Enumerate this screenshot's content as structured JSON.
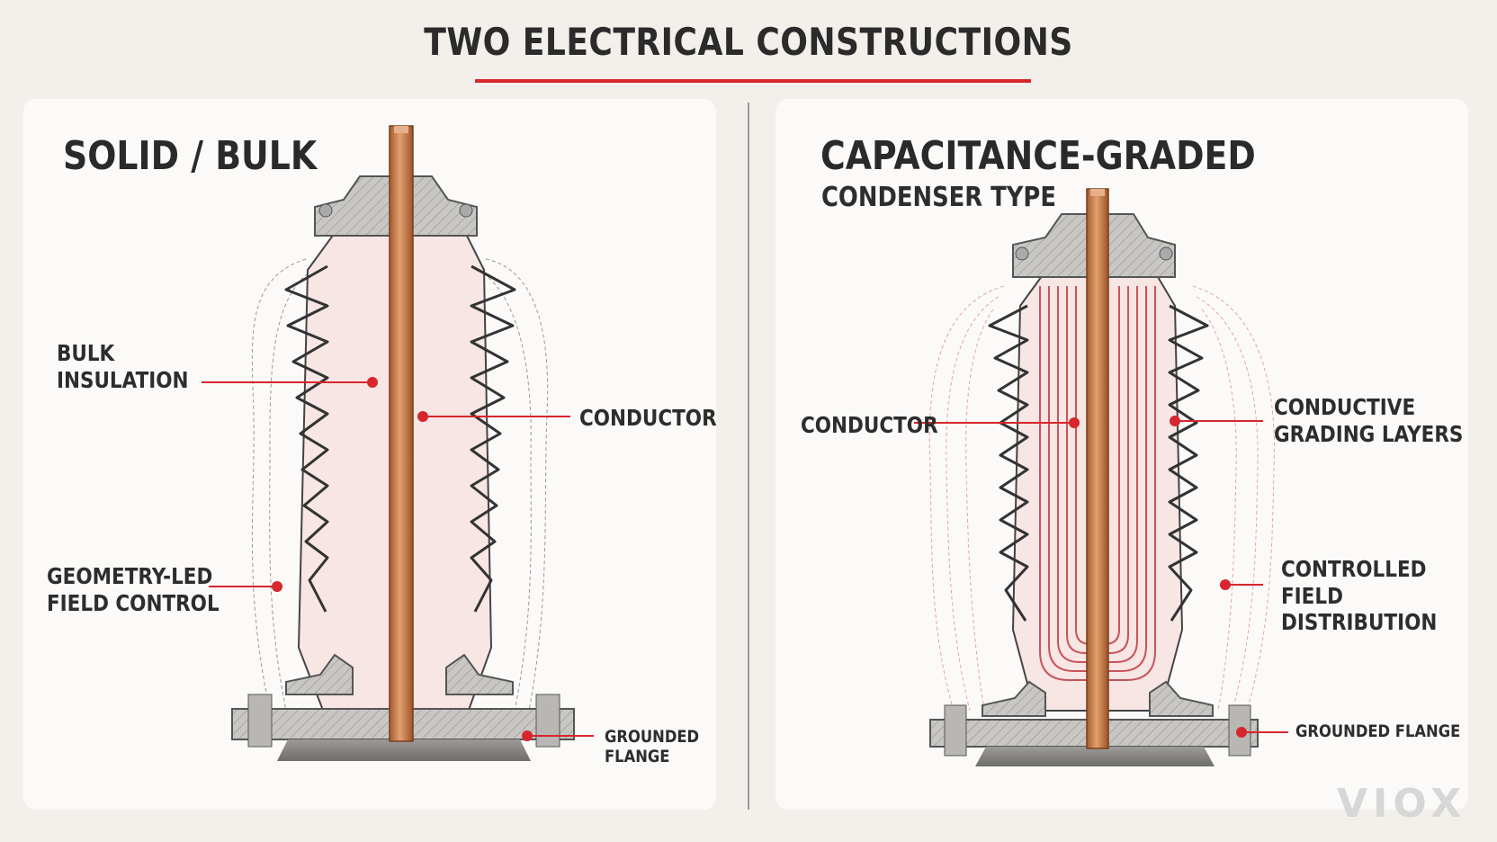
{
  "title": "TWO ELECTRICAL CONSTRUCTIONS",
  "watermark": "VIOX",
  "colors": {
    "accent": "#d7262d",
    "copper": "#c87a44",
    "insulation": "#f7e6e4",
    "metal": "#bfbdba"
  },
  "left": {
    "heading": "SOLID / BULK",
    "labels": {
      "bulk_insulation": "BULK\nINSULATION",
      "conductor": "CONDUCTOR",
      "field_control": "GEOMETRY-LED\nFIELD CONTROL",
      "grounded_flange": "GROUNDED\nFLANGE"
    }
  },
  "right": {
    "heading": "CAPACITANCE-GRADED",
    "subheading": "CONDENSER TYPE",
    "labels": {
      "conductor": "CONDUCTOR",
      "grading_layers": "CONDUCTIVE\nGRADING LAYERS",
      "field_distribution": "CONTROLLED\nFIELD DISTRIBUTION",
      "grounded_flange": "GROUNDED FLANGE"
    }
  }
}
